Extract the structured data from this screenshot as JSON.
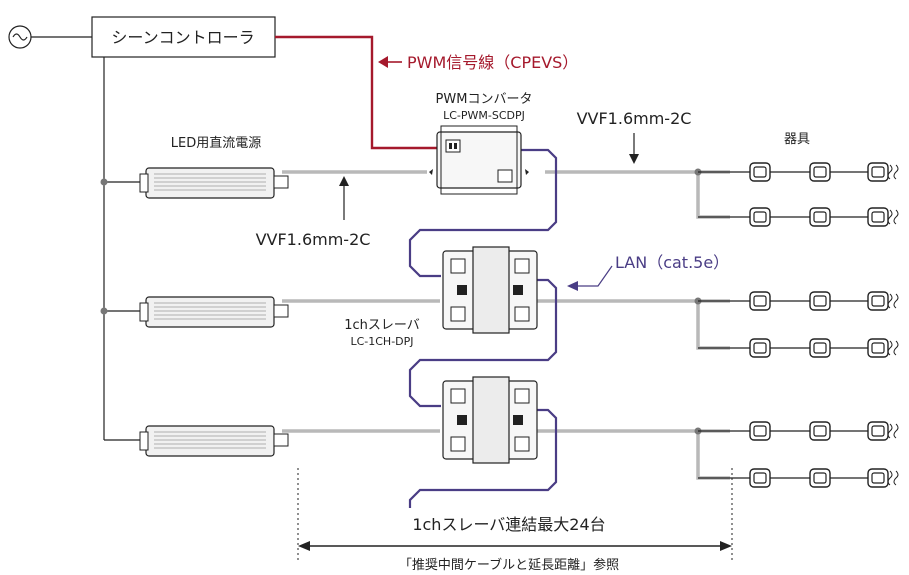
{
  "controller": {
    "label": "シーンコントローラ"
  },
  "pwm_signal": {
    "label": "PWM信号線（CPEVS）",
    "color": "#a5192c"
  },
  "pwm_converter": {
    "title": "PWMコンバータ",
    "model": "LC-PWM-SCDPJ"
  },
  "power_supply": {
    "label": "LED用直流電源"
  },
  "vvf_top": {
    "label": "VVF1.6mm-2C"
  },
  "vvf_mid": {
    "label": "VVF1.6mm-2C"
  },
  "fixtures": {
    "label": "器具"
  },
  "lan": {
    "label": "LAN（cat.5e）",
    "color": "#4a3d85"
  },
  "slave": {
    "title": "1chスレーバ",
    "model": "LC-1CH-DPJ"
  },
  "chain": {
    "label": "1chスレーバ連結最大24台"
  },
  "reference": {
    "label": "「推奨中間ケーブルと延長距離」参照"
  },
  "icons": {
    "ac_source": "ac-source-icon"
  },
  "colors": {
    "wire": "#b9b9b9",
    "line": "#333333"
  }
}
